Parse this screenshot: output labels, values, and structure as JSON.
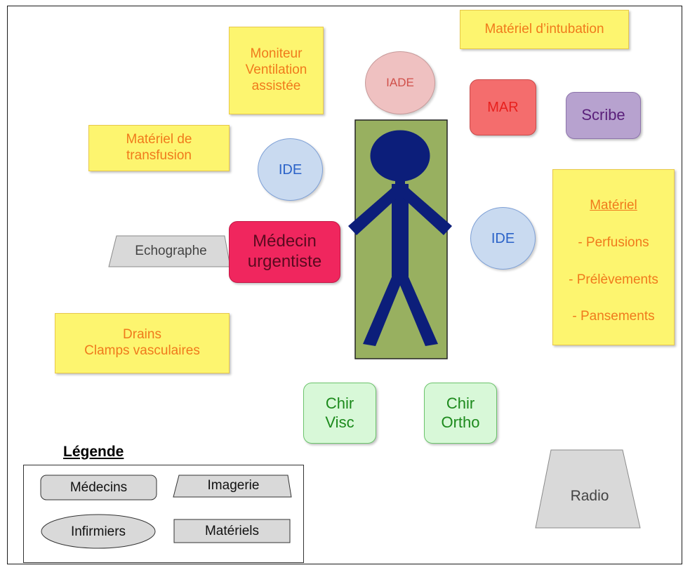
{
  "materials": {
    "intubation": "Matériel d’intubation",
    "monitor": [
      "Moniteur",
      "Ventilation",
      "assistée"
    ],
    "transfusion": [
      "Matériel de",
      "transfusion"
    ],
    "drains": [
      "Drains",
      "Clamps vasculaires"
    ],
    "materiel": {
      "title": "Matériel",
      "items": [
        "- Perfusions",
        "- Prélèvements",
        "- Pansements"
      ]
    }
  },
  "staff": {
    "iade": "IADE",
    "mar": "MAR",
    "scribe": "Scribe",
    "ide_left": "IDE",
    "ide_right": "IDE",
    "medecin": [
      "Médecin",
      "urgentiste"
    ],
    "chir_visc": [
      "Chir",
      "Visc"
    ],
    "chir_ortho": [
      "Chir",
      "Ortho"
    ]
  },
  "imaging": {
    "echographe": "Echographe",
    "radio": "Radio"
  },
  "legend": {
    "title": "Légende",
    "medecins": "Médecins",
    "imagerie": "Imagerie",
    "infirmiers": "Infirmiers",
    "materiels": "Matériels"
  },
  "colors": {
    "material_fill": "#fdf56f",
    "material_text": "#f07a1c",
    "nurse_fill": "#c9daf0",
    "doctor_fill": "#f0265e",
    "mar_fill": "#f46d6d",
    "scribe_fill": "#b7a2cf",
    "iade_fill": "#efc1c1",
    "surgeon_fill": "#d8f8d8",
    "patient_bed": "#98b060",
    "patient_figure": "#0c1e7a",
    "imaging_fill": "#d9d9d9"
  }
}
